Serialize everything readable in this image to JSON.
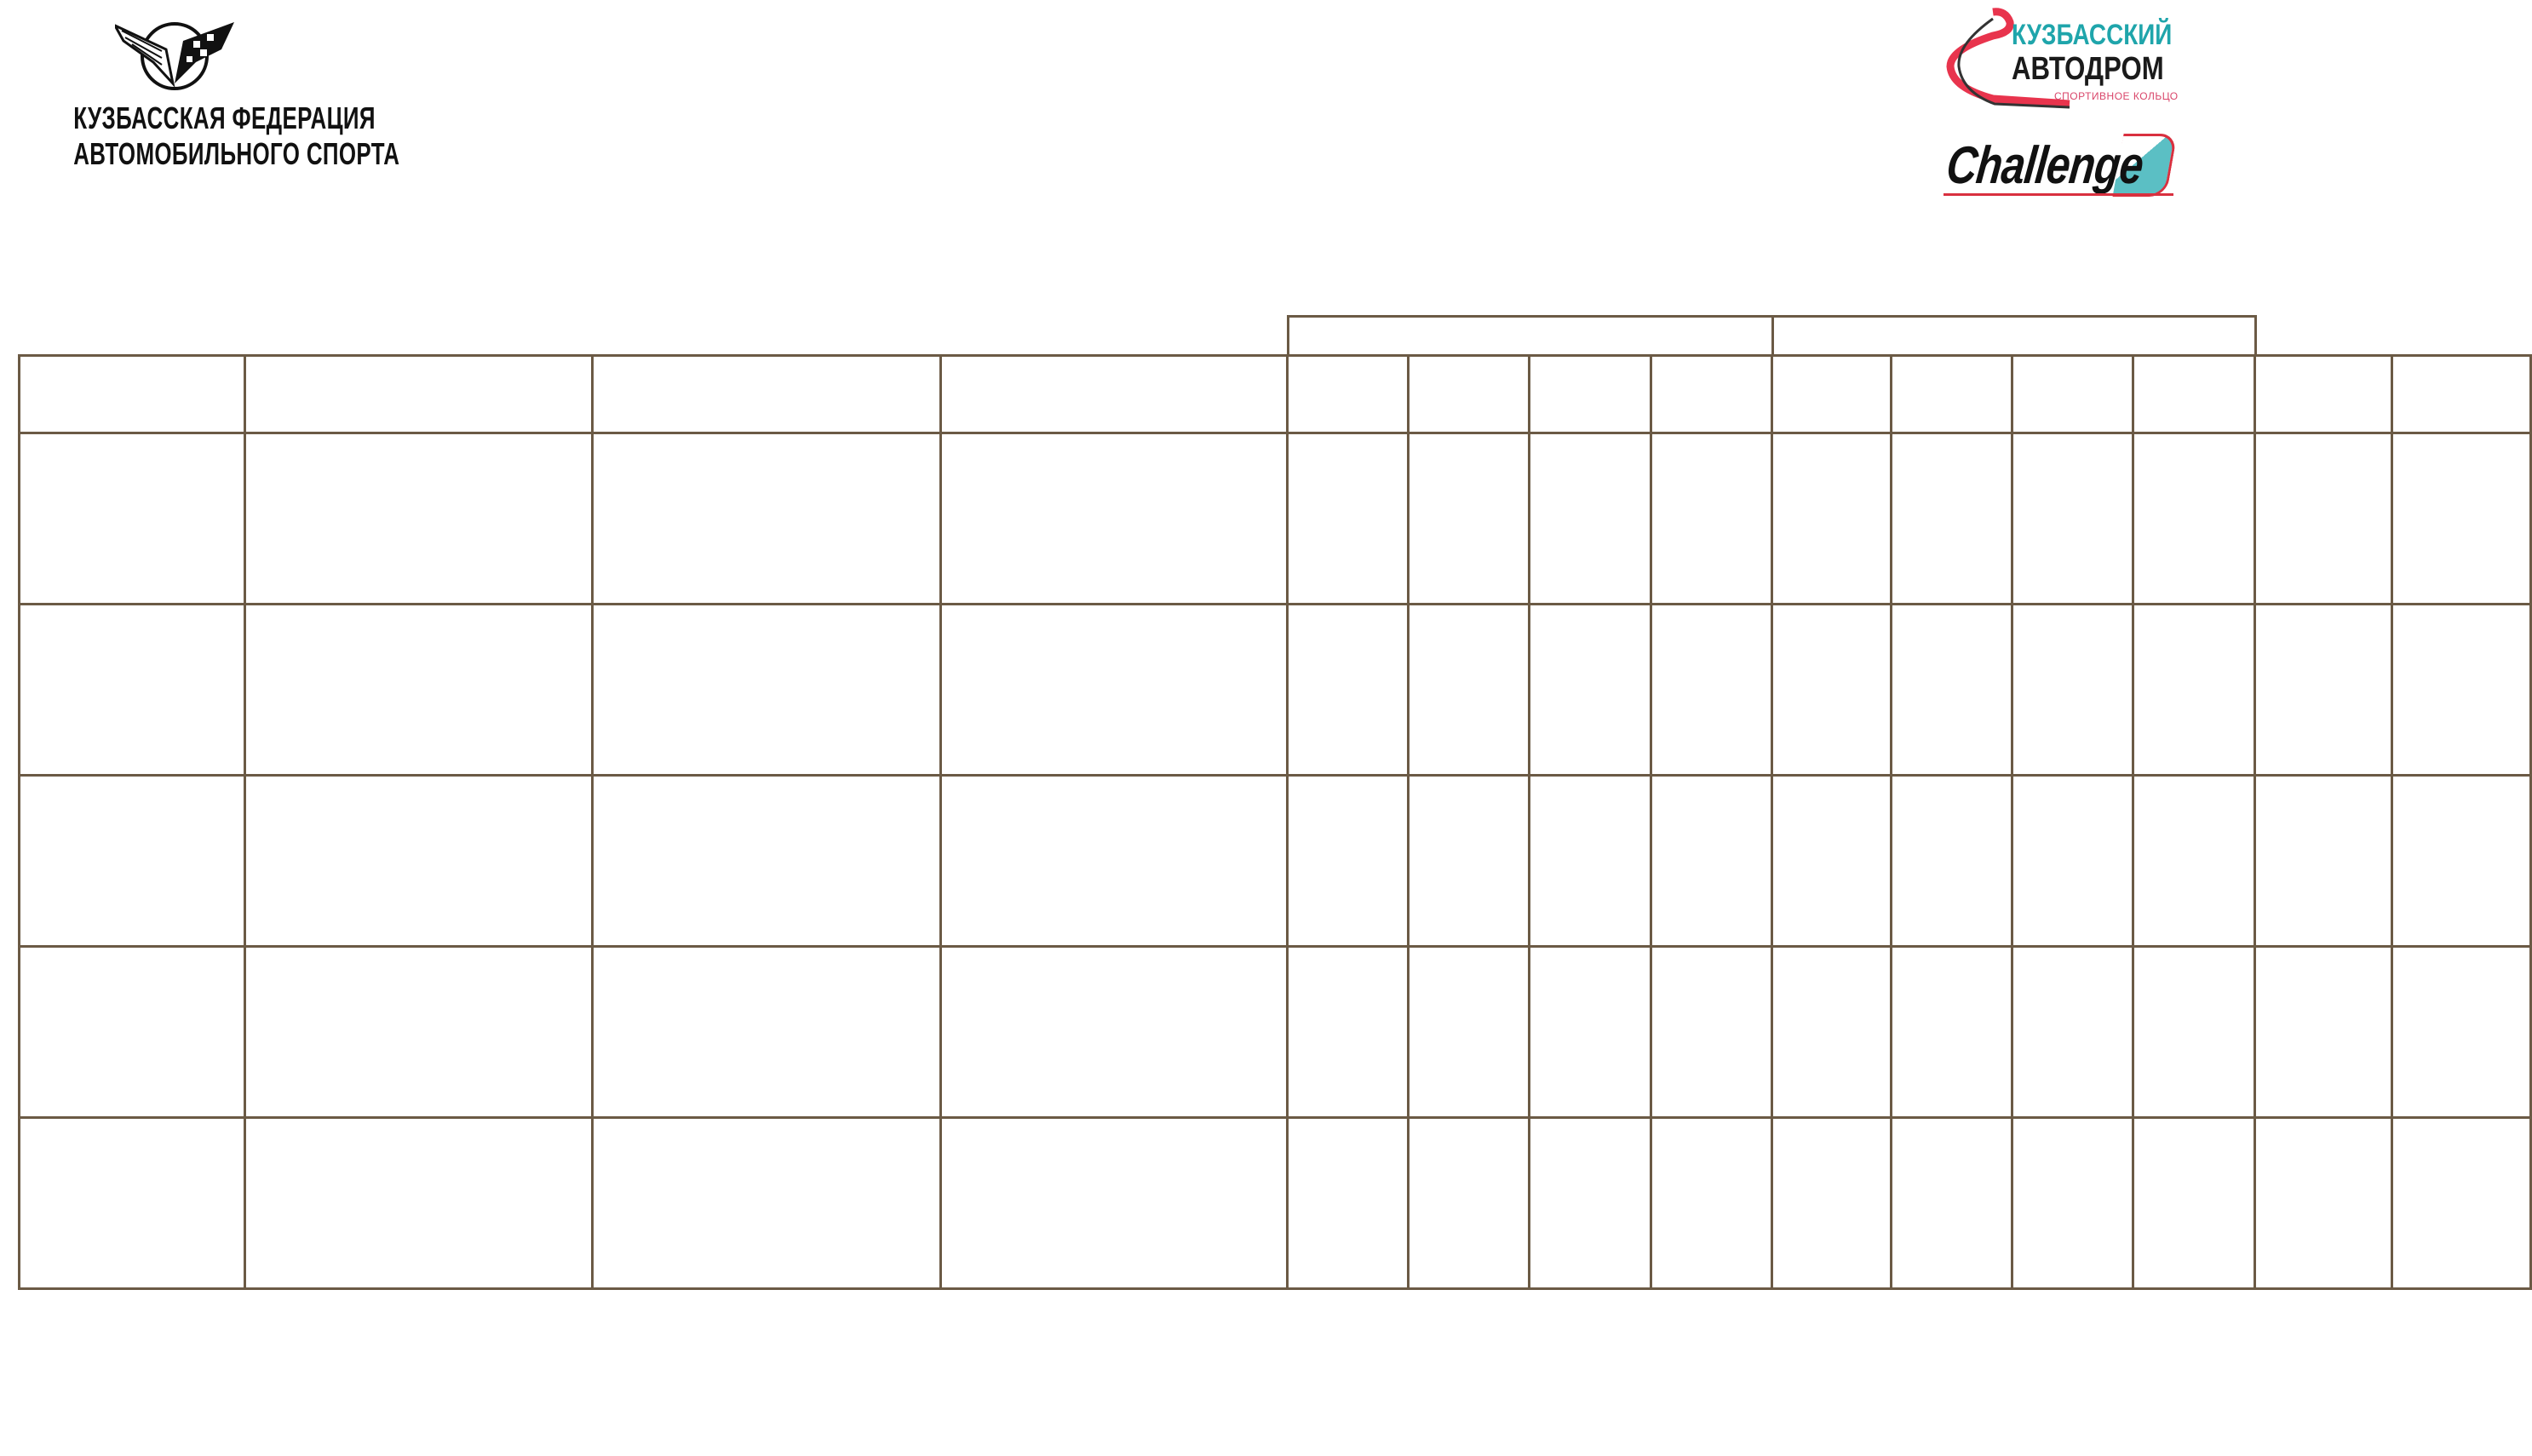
{
  "logos": {
    "federation": {
      "line1": "КУЗБАССКАЯ ФЕДЕРАЦИЯ",
      "line2": "АВТОМОБИЛЬНОГО СПОРТА"
    },
    "autodrom": {
      "line1": "КУЗБАССКИЙ",
      "line2": "АВТОДРОМ",
      "tagline": "СПОРТИВНОЕ КОЛЬЦО"
    },
    "challenge": {
      "text": "Challenge"
    }
  },
  "colors": {
    "grid_line": "#6b5a45",
    "teal": "#1fa5ab",
    "red": "#d9303f"
  },
  "table": {
    "group_headers": [
      "",
      ""
    ],
    "headers": [
      "",
      "",
      "",
      "",
      "",
      "",
      "",
      "",
      "",
      "",
      "",
      "",
      "",
      ""
    ],
    "rows": [
      [
        "",
        "",
        "",
        "",
        "",
        "",
        "",
        "",
        "",
        "",
        "",
        "",
        "",
        ""
      ],
      [
        "",
        "",
        "",
        "",
        "",
        "",
        "",
        "",
        "",
        "",
        "",
        "",
        "",
        ""
      ],
      [
        "",
        "",
        "",
        "",
        "",
        "",
        "",
        "",
        "",
        "",
        "",
        "",
        "",
        ""
      ],
      [
        "",
        "",
        "",
        "",
        "",
        "",
        "",
        "",
        "",
        "",
        "",
        "",
        "",
        ""
      ],
      [
        "",
        "",
        "",
        "",
        "",
        "",
        "",
        "",
        "",
        "",
        "",
        "",
        "",
        ""
      ]
    ]
  }
}
